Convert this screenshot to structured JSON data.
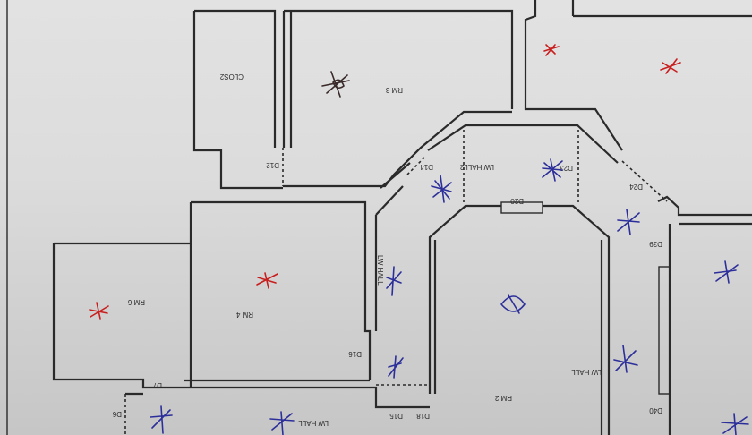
{
  "colors": {
    "paper": "#dcdcdc",
    "ink": "#2a2a2a",
    "red_mark": "#c81e1e",
    "blue_mark": "#2c2f9a"
  },
  "rooms": {
    "clos2": "CLOS2",
    "rm3": "RM 3",
    "rm4": "RM 4",
    "rm6": "RM 6",
    "rm2": "RM 2"
  },
  "corridors": {
    "lw_hall_2": "LW HALL2",
    "lw_hall_mid": "LW HALL",
    "lw_hall_right": "LW HALL",
    "lw_hall_bottom": "LW HALL"
  },
  "doors": {
    "d12": "D12",
    "d14": "D14",
    "d20": "D20",
    "d23": "D23",
    "d24": "D24",
    "d39": "D39",
    "d40": "D40",
    "d16": "D16",
    "d15": "D15",
    "d18": "D18",
    "d7": "D7",
    "d6": "D6"
  },
  "marks": {
    "red_count": 4,
    "blue_count": 11,
    "dark_count": 1
  }
}
